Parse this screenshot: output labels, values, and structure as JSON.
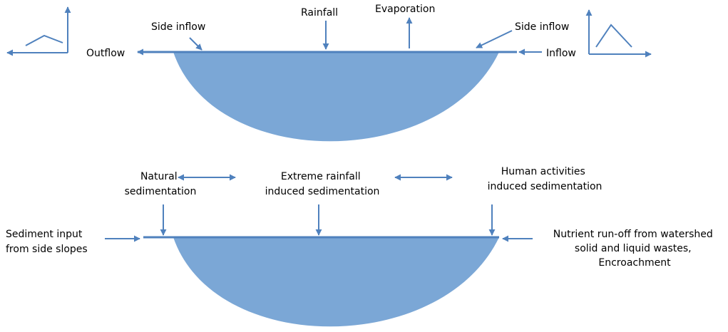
{
  "colors": {
    "water": "#7ba7d6",
    "arrow": "#4f81bd"
  },
  "hydrology": {
    "outflow": "Outflow",
    "side_inflow_left": "Side inflow",
    "rainfall": "Rainfall",
    "evaporation": "Evaporation",
    "side_inflow_right": "Side inflow",
    "inflow": "Inflow"
  },
  "sedimentation": {
    "natural": [
      "Natural",
      "sedimentation"
    ],
    "extreme_rainfall": [
      "Extreme rainfall",
      "induced sedimentation"
    ],
    "human_activities": [
      "Human activities",
      "induced sedimentation"
    ],
    "side_slopes": [
      "Sediment input",
      "from side slopes"
    ],
    "watershed": [
      "Nutrient run-off from watershed",
      "solid and liquid wastes,",
      "Encroachment"
    ]
  }
}
